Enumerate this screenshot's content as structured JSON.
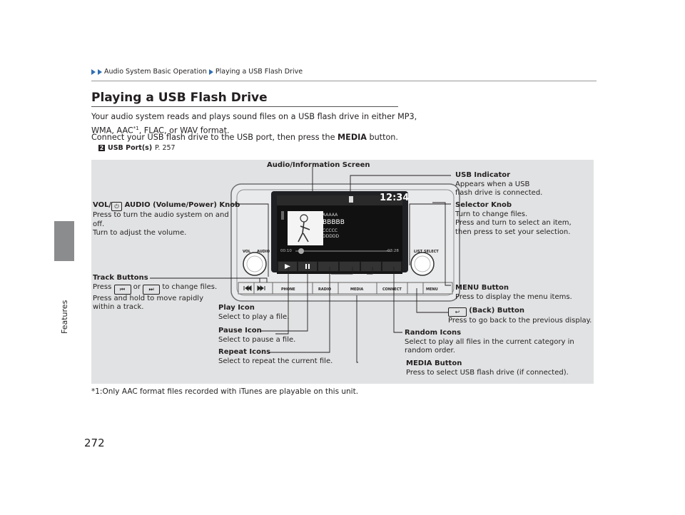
{
  "page": {
    "number": "272",
    "section": "Features"
  },
  "breadcrumb": {
    "part1": "Audio System Basic Operation",
    "part2": "Playing a USB Flash Drive"
  },
  "heading": "Playing a USB Flash Drive",
  "paragraph": {
    "line1": "Your audio system reads and plays sound files on a USB flash drive in either MP3,",
    "line2a": "WMA, AAC",
    "line2sup": "*1",
    "line2b": ", FLAC, or WAV format.",
    "line3a": "Connect your USB flash drive to the USB port, then press the ",
    "line3bold": "MEDIA",
    "line3b": " button."
  },
  "xref": {
    "label": "USB Port(s)",
    "page": "P. 257"
  },
  "screen": {
    "time": "12:34",
    "line1": "AAAAA",
    "line2": "BBBBB",
    "line3": "CCCCC",
    "line4": "DDDDD",
    "elapsed": "00:10",
    "remaining": "-03:28"
  },
  "panel": {
    "vol": "VOL",
    "audio": "AUDIO",
    "list": "LIST",
    "select": "SELECT",
    "phone": "PHONE",
    "radio": "RADIO",
    "media": "MEDIA",
    "connect": "CONNECT",
    "menu": "MENU"
  },
  "labels": {
    "audio_screen": "Audio/Information Screen",
    "usb_title": "USB Indicator",
    "usb_l1": "Appears when a USB",
    "usb_l2": "flash drive is connected.",
    "vol_title_a": "VOL/",
    "vol_title_b": " AUDIO (Volume/Power) Knob",
    "vol_l1": "Press to turn the audio system on and",
    "vol_l2": "off.",
    "vol_l3": "Turn to adjust the volume.",
    "sel_title": "Selector Knob",
    "sel_l1": "Turn to change files.",
    "sel_l2": "Press and turn to select an item,",
    "sel_l3": "then press to set your selection.",
    "track_title": "Track Buttons",
    "track_press": "Press",
    "track_or": "or",
    "track_change": "to change files.",
    "track_l2": "Press and hold to move rapidly",
    "track_l3": "within a track.",
    "menu_title": "MENU Button",
    "menu_l1": "Press to display the menu items.",
    "back_title": "(Back) Button",
    "back_l1": "Press to go back to the previous display.",
    "play_title": "Play Icon",
    "play_l1": "Select to play a file.",
    "pause_title": "Pause Icon",
    "pause_l1": "Select to pause a file.",
    "repeat_title": "Repeat Icons",
    "repeat_l1": "Select to repeat the current file.",
    "random_title": "Random Icons",
    "random_l1": "Select to play all files in the current category in",
    "random_l2": "random order.",
    "mediab_title": "MEDIA Button",
    "mediab_l1": "Press to select USB flash drive (if connected)."
  },
  "footnote": "*1:Only AAC format files recorded with iTunes are playable on this unit."
}
